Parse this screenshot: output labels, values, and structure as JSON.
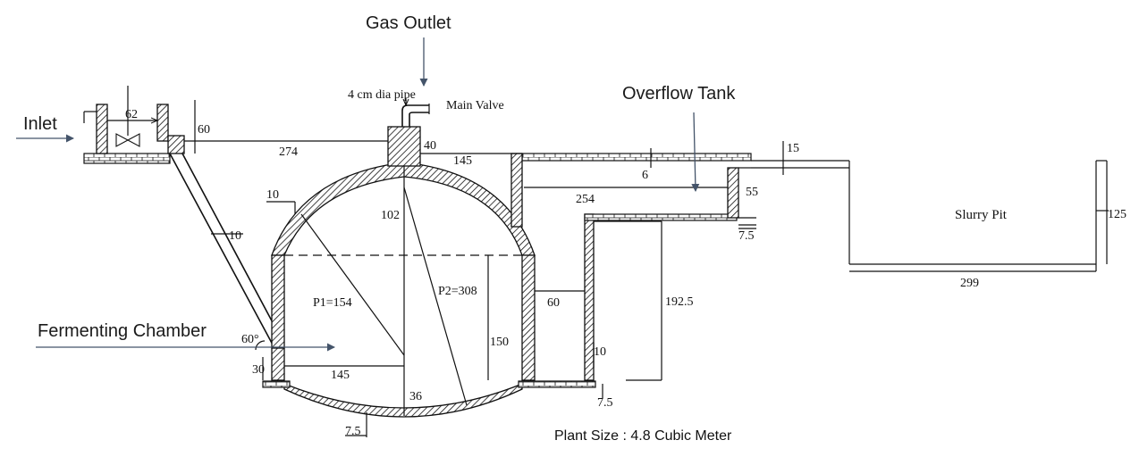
{
  "labels": {
    "gas_outlet": "Gas Outlet",
    "pipe": "4 cm dia pipe",
    "main_valve": "Main Valve",
    "overflow_tank": "Overflow Tank",
    "inlet": "Inlet",
    "fermenting_chamber": "Fermenting Chamber",
    "slurry_pit": "Slurry Pit",
    "plant_size": "Plant Size : 4.8 Cubic Meter"
  },
  "dimensions": {
    "d62": "62",
    "d60_inlet": "60",
    "d274": "274",
    "d40": "40",
    "d145_top": "145",
    "d6": "6",
    "d15": "15",
    "d254": "254",
    "d55": "55",
    "d7_5_right": "7.5",
    "d125": "125",
    "d10_dome": "10",
    "d102": "102",
    "d10_pipe": "10",
    "p1": "P1=154",
    "p2": "P2=308",
    "d60_side": "60",
    "d192_5": "192.5",
    "d299": "299",
    "d150": "150",
    "d10_wall": "10",
    "angle": "60°",
    "d30": "30",
    "d145_bottom": "145",
    "d36": "36",
    "d7_5_bottom": "7.5",
    "d7_5_mid": "7.5"
  }
}
